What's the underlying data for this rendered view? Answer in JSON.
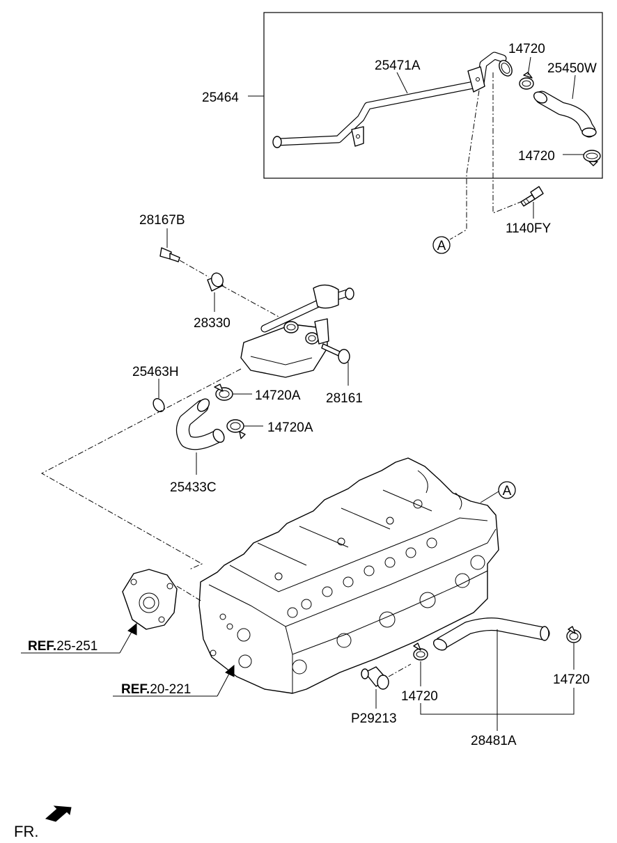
{
  "labels": {
    "p25464": "25464",
    "p25471A": "25471A",
    "p14720_top": "14720",
    "p25450W": "25450W",
    "p14720_box": "14720",
    "p1140FY": "1140FY",
    "p28167B": "28167B",
    "p28330": "28330",
    "p25463H": "25463H",
    "p14720A_1": "14720A",
    "p28161": "28161",
    "p14720A_2": "14720A",
    "p25433C": "25433C",
    "p14720_left": "14720",
    "p14720_right": "14720",
    "pP29213": "P29213",
    "p28481A": "28481A"
  },
  "refs": {
    "prefix": "REF.",
    "ref1": "25-251",
    "ref2": "20-221"
  },
  "markers": {
    "a1": "A",
    "a2": "A"
  },
  "direction": {
    "label": "FR."
  }
}
